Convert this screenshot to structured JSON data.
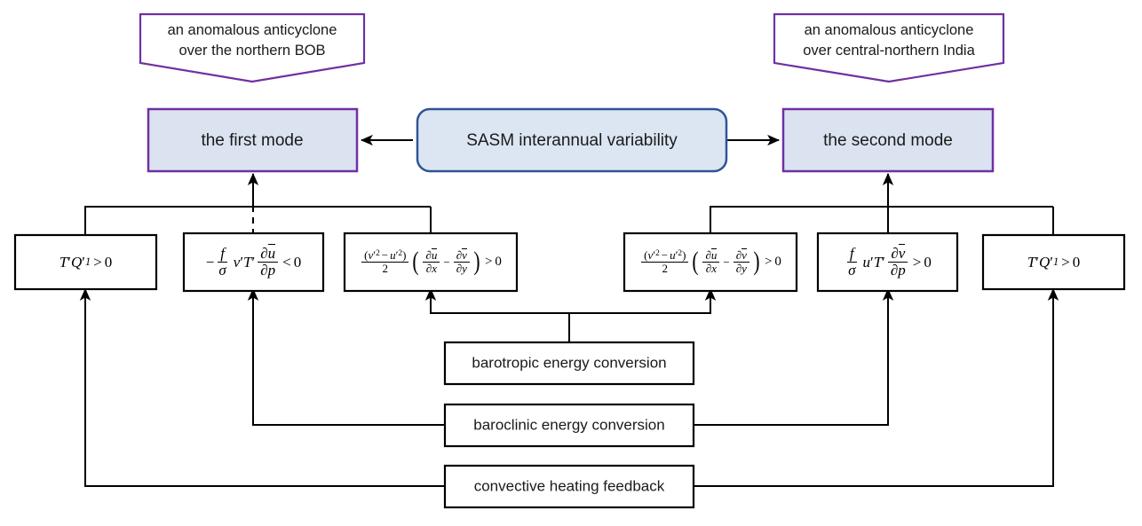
{
  "diagram": {
    "title": "SASM interannual variability mechanism flow diagram",
    "colors": {
      "mode_fill": "#dbe3f1",
      "mode_border": "#7030a0",
      "center_fill": "#dce6f2",
      "center_border": "#2f5496",
      "plain_border": "#000000",
      "banner_border": "#7030a0",
      "edge": "#000000"
    },
    "banners": {
      "left": {
        "line1": "an anomalous anticyclone",
        "line2": "over the northern BOB"
      },
      "right": {
        "line1": "an anomalous anticyclone",
        "line2": "over central-northern India"
      }
    },
    "modes": {
      "first": "the first mode",
      "second": "the second mode"
    },
    "center": {
      "label": "SASM interannual variability"
    },
    "formulas": {
      "left_heating": {
        "id": "T'Q'_1 > 0",
        "plain": "T′Q′₁ > 0"
      },
      "left_baroclinic": {
        "id": "-(f/sigma) v'T' d(u-bar)/dp < 0",
        "plain": "−(f/σ) v′T′ ∂ū/∂p < 0"
      },
      "left_barotropic": {
        "id": "((v'^2 - u'^2)/2)(d(u-bar)/dx - d(v-bar)/dy) > 0",
        "plain": "((v′² − u′²)/2)(∂ū/∂x − ∂v̄/∂y) > 0"
      },
      "right_barotropic": {
        "id": "((v'^2 - u'^2)/2)(d(u-bar)/dx - d(v-bar)/dy) > 0",
        "plain": "((v′² − u′²)/2)(∂ū/∂x − ∂v̄/∂y) > 0"
      },
      "right_baroclinic": {
        "id": "(f/sigma) u'T' d(v-bar)/dp > 0",
        "plain": "(f/σ) u′T′ ∂v̄/∂p > 0"
      },
      "right_heating": {
        "id": "T'Q'_1 > 0",
        "plain": "T′Q′₁ > 0"
      }
    },
    "processes": {
      "barotropic": "barotropic energy conversion",
      "baroclinic": "baroclinic energy conversion",
      "convective": "convective heating feedback"
    }
  }
}
